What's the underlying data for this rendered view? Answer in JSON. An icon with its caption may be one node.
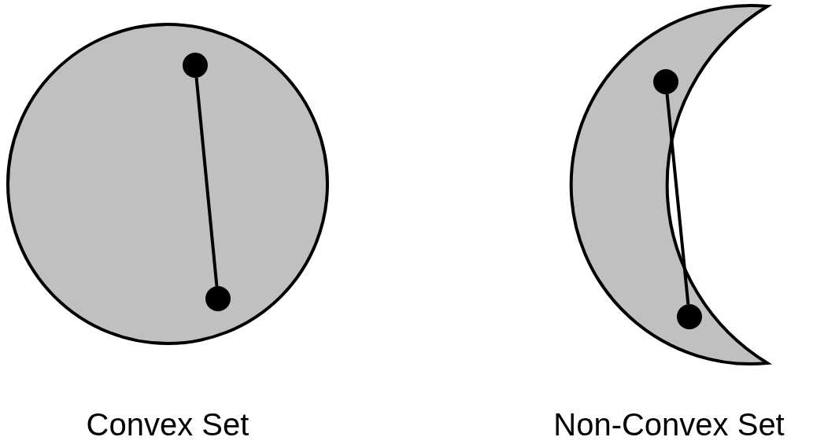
{
  "diagram": {
    "nodes": [
      {
        "text": [],
        "shape": "circle"
      },
      {
        "text": [],
        "shape": "circle"
      },
      {
        "text": [],
        "shape": "circle"
      },
      {
        "text": [],
        "shape": "circle"
      }
    ],
    "edges": [
      {
        "from": 0,
        "to": 1,
        "arrow": "none"
      },
      {
        "from": 2,
        "to": 3,
        "arrow": "none"
      }
    ],
    "labels": [
      "Convex Set",
      "Non-Convex Set"
    ]
  }
}
